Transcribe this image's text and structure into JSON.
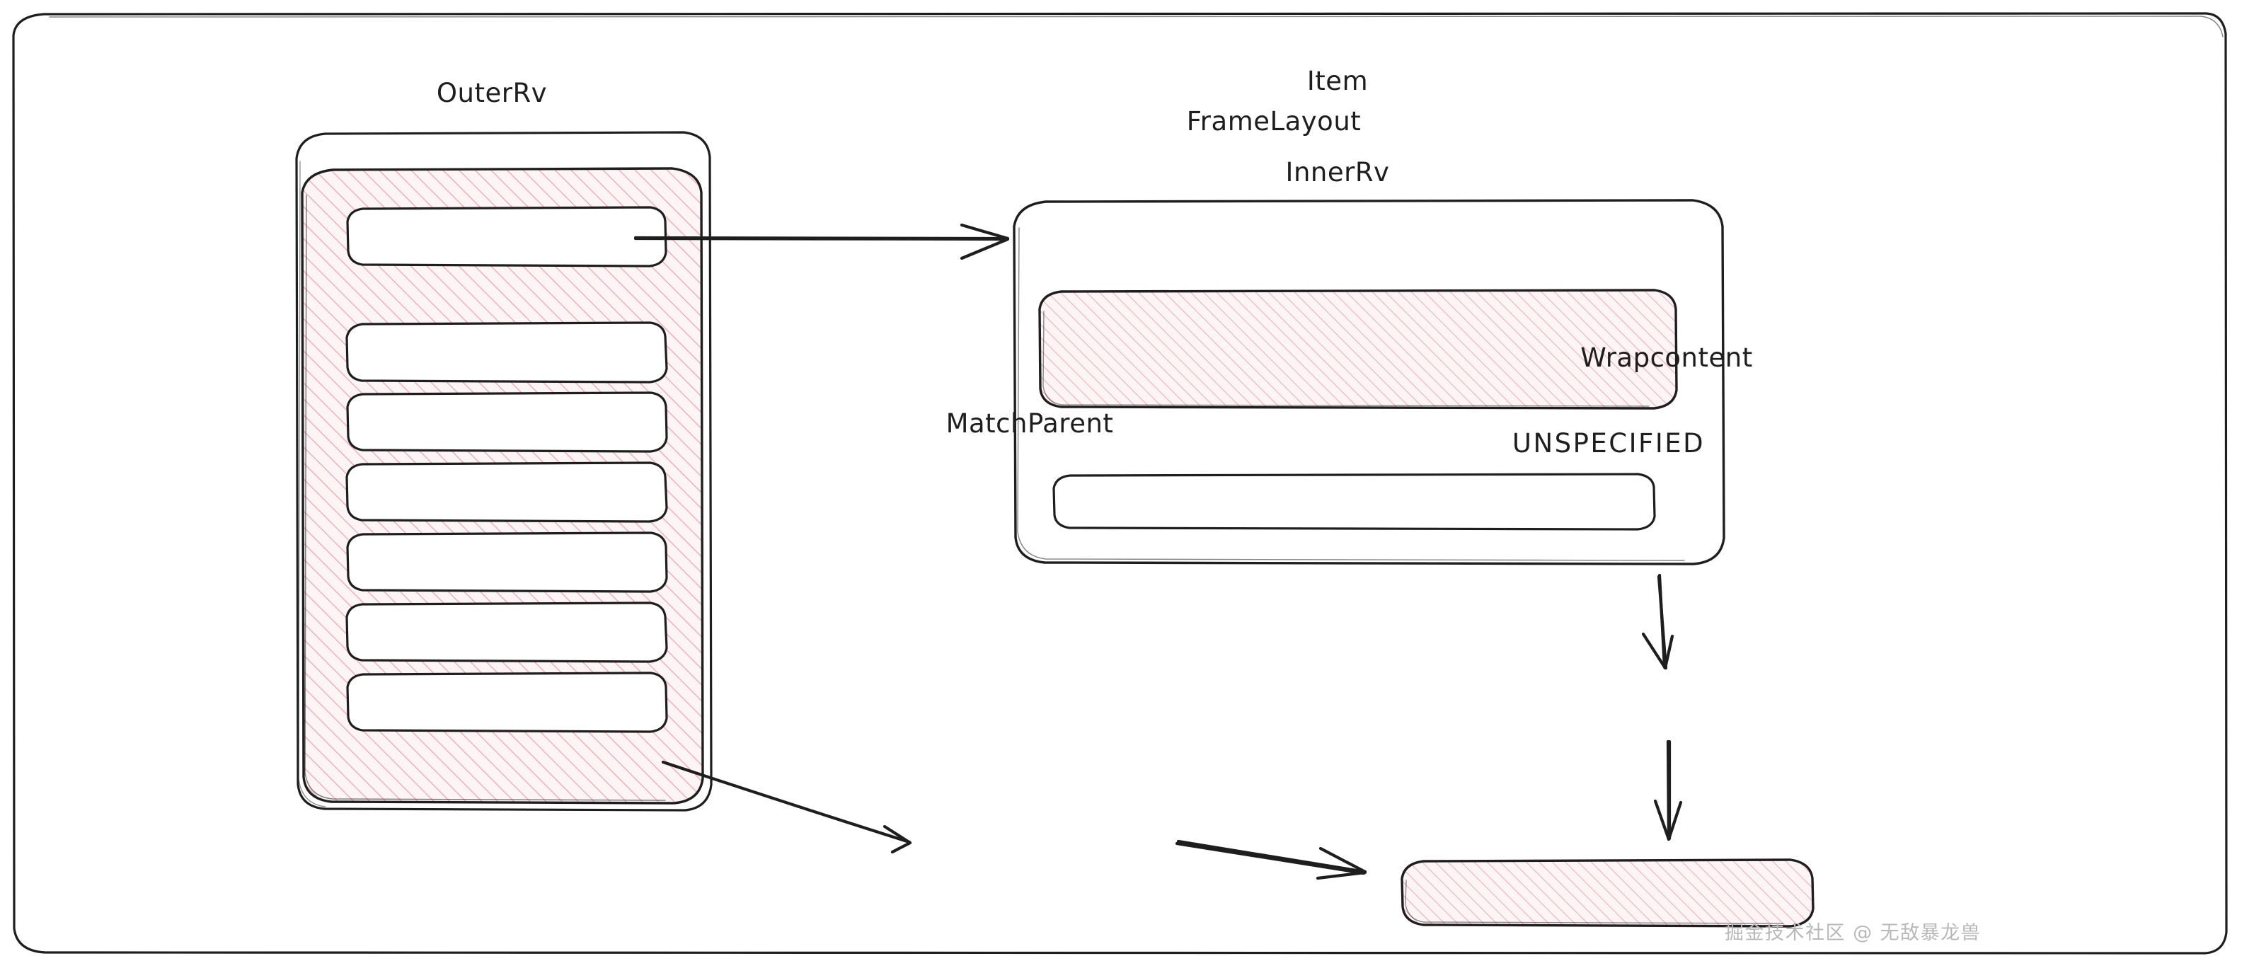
{
  "diagram": {
    "title_context": "Android nested RecyclerView measure-spec diagram",
    "labels": {
      "outer_rv": "OuterRv",
      "item": "Item",
      "frame_layout": "FrameLayout",
      "inner_rv": "InnerRv",
      "wrap_content": "Wrapcontent",
      "match_parent": "MatchParent",
      "unspecified": "UNSPECIFIED"
    },
    "colors": {
      "stroke": "#1e1e1e",
      "hatch": "#e8a0a8",
      "hatch_fill": "#fdf3f4",
      "background": "#ffffff",
      "watermark": "#b8b8b8"
    },
    "nodes": [
      {
        "id": "outer-shell",
        "label": "",
        "fill": "none",
        "shape": "rounded-rect"
      },
      {
        "id": "outer-rv",
        "label": "OuterRv",
        "fill": "hatch",
        "shape": "rounded-rect"
      },
      {
        "id": "outer-rv-row",
        "label": "",
        "fill": "none",
        "shape": "rounded-rect",
        "count": 7
      },
      {
        "id": "item",
        "label": "Item",
        "fill": "none",
        "shape": "rounded-rect"
      },
      {
        "id": "inner-rv",
        "label": "InnerRv",
        "fill": "hatch",
        "shape": "rounded-rect"
      },
      {
        "id": "item-row-2",
        "label": "",
        "fill": "none",
        "shape": "rounded-rect"
      },
      {
        "id": "unspecified",
        "label": "UNSPECIFIED",
        "fill": "hatch",
        "shape": "rounded-rect"
      }
    ],
    "edges": [
      {
        "from": "outer-rv-row-1",
        "to": "item",
        "style": "straight-horizontal"
      },
      {
        "from": "outer-rv-row-7",
        "to": "match-parent",
        "style": "diagonal-down-right"
      },
      {
        "from": "item",
        "to": "wrap-content",
        "style": "straight-down"
      },
      {
        "from": "match-parent",
        "to": "unspecified",
        "style": "diagonal-right"
      },
      {
        "from": "wrap-content",
        "to": "unspecified",
        "style": "straight-down"
      }
    ]
  },
  "watermark": {
    "text": "掘金技术社区 @ 无敌暴龙兽"
  }
}
